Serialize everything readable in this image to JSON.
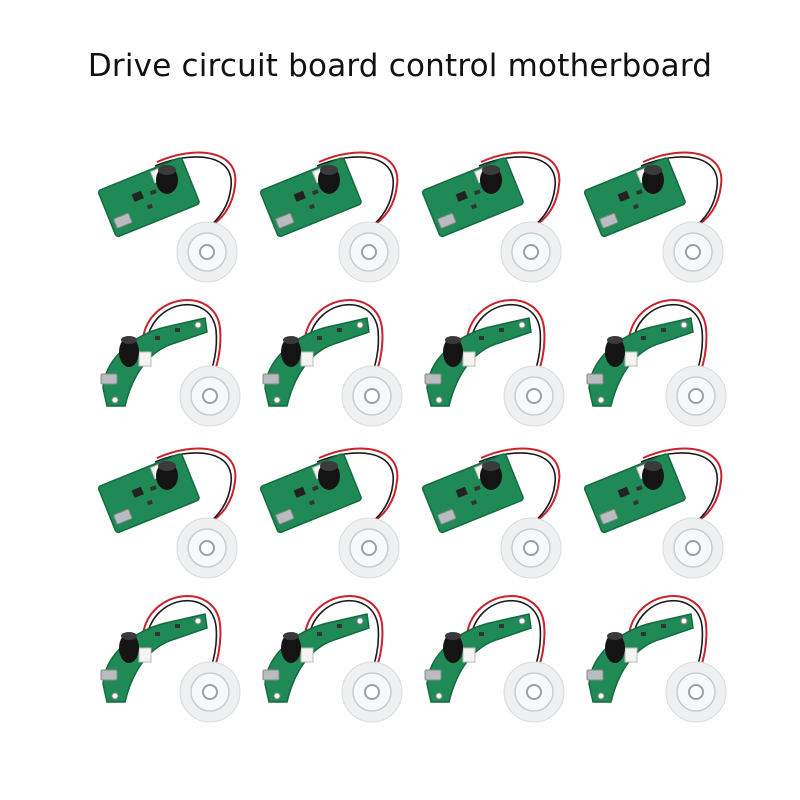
{
  "title": "Drive circuit board control motherboard",
  "product_grid": {
    "rows": 4,
    "columns": 4,
    "row_variants": [
      "flat-board",
      "curved-board",
      "flat-board",
      "curved-board"
    ]
  },
  "colors": {
    "board": "#1f8a55",
    "board_dark": "#136b3f",
    "wire_red": "#c8232c",
    "wire_black": "#1a1a1a",
    "capacitor": "#141414",
    "usb": "#b8bcc0",
    "disc": "#eef0f1",
    "connector": "#f4f4f0"
  }
}
